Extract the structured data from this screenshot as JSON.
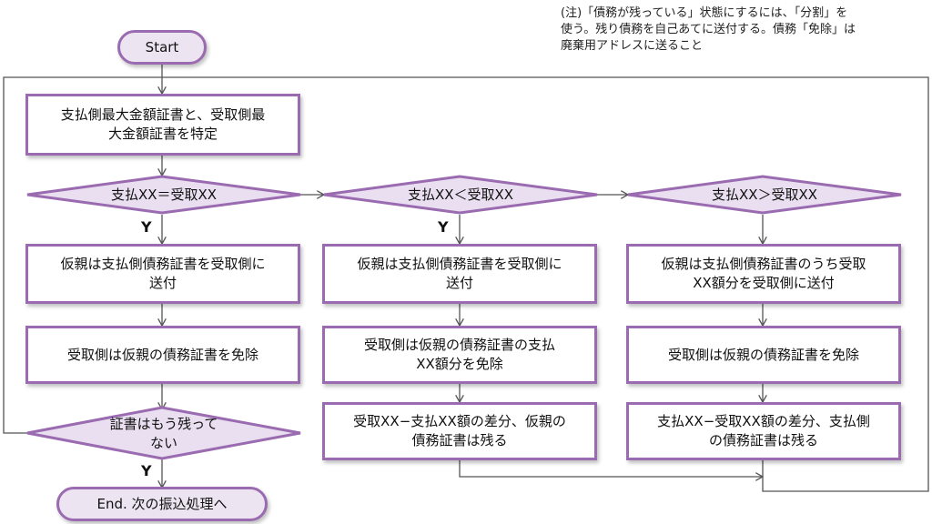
{
  "note": {
    "line1": "(注)「債務が残っている」状態にするには、「分割」を",
    "line2": "使う。残り債務を自己あてに送付する。債務「免除」は",
    "line3": "廃棄用アドレスに送ること"
  },
  "start": "Start",
  "end": "End. 次の振込処理へ",
  "identify": {
    "line1": "支払側最大金額証書と、受取側最",
    "line2": "大金額証書を特定"
  },
  "decisions": {
    "equal": "支払XX＝受取XX",
    "less": "支払XX＜受取XX",
    "greater": "支払XX＞受取XX",
    "remain_line1": "証書はもう残って",
    "remain_line2": "ない"
  },
  "yes_label": "Y",
  "col1": {
    "send_line1": "仮親は支払側債務証書を受取側に",
    "send_line2": "送付",
    "exempt": "受取側は仮親の債務証書を免除"
  },
  "col2": {
    "send_line1": "仮親は支払側債務証書を受取側に",
    "send_line2": "送付",
    "exempt_line1": "受取側は仮親の債務証書の支払",
    "exempt_line2": "XX額分を免除",
    "remain_line1": "受取XX−支払XX額の差分、仮親の",
    "remain_line2": "債務証書は残る"
  },
  "col3": {
    "send_line1": "仮親は支払側債務証書のうち受取",
    "send_line2": "XX額分を受取側に送付",
    "exempt": "受取側は仮親の債務証書を免除",
    "remain_line1": "支払XX−受取XX額の差分、支払側",
    "remain_line2": "の債務証書は残る"
  },
  "colors": {
    "border": "#9a6bb0",
    "diamond_fill": "#e9dff0",
    "terminal_fill": "#ece4f1",
    "line": "#555555"
  }
}
